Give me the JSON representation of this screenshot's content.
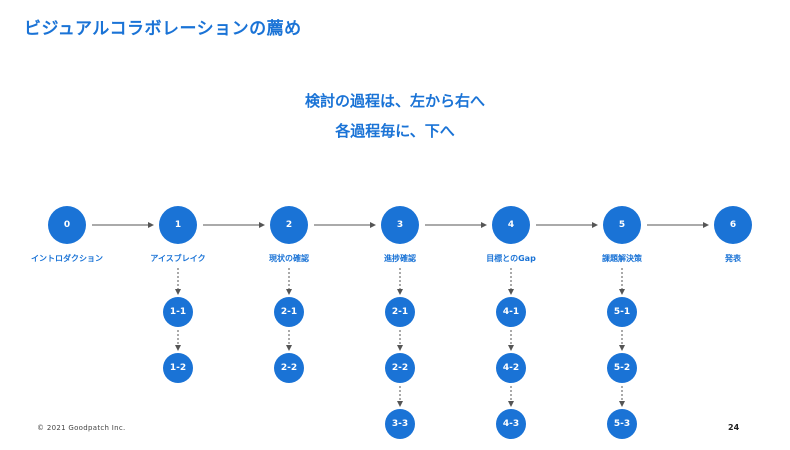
{
  "title": "ビジュアルコラボレーションの薦め",
  "subtitle_line1": "検討の過程は、左から右へ",
  "subtitle_line2": "各過程毎に、下へ",
  "stages": [
    {
      "num": "0",
      "label": "イントロダクション",
      "subs": []
    },
    {
      "num": "1",
      "label": "アイスブレイク",
      "subs": [
        "1-1",
        "1-2"
      ]
    },
    {
      "num": "2",
      "label": "現状の確認",
      "subs": [
        "2-1",
        "2-2"
      ]
    },
    {
      "num": "3",
      "label": "進捗確認",
      "subs": [
        "2-1",
        "2-2",
        "3-3"
      ]
    },
    {
      "num": "4",
      "label": "目標とのGap",
      "subs": [
        "4-1",
        "4-2",
        "4-3"
      ]
    },
    {
      "num": "5",
      "label": "課題解決策",
      "subs": [
        "5-1",
        "5-2",
        "5-3"
      ]
    },
    {
      "num": "6",
      "label": "発表",
      "subs": []
    }
  ],
  "footer": {
    "copyright": "© 2021 Goodpatch Inc.",
    "page_number": "24"
  },
  "colors": {
    "accent": "#1a73d6",
    "arrow": "#555555"
  }
}
